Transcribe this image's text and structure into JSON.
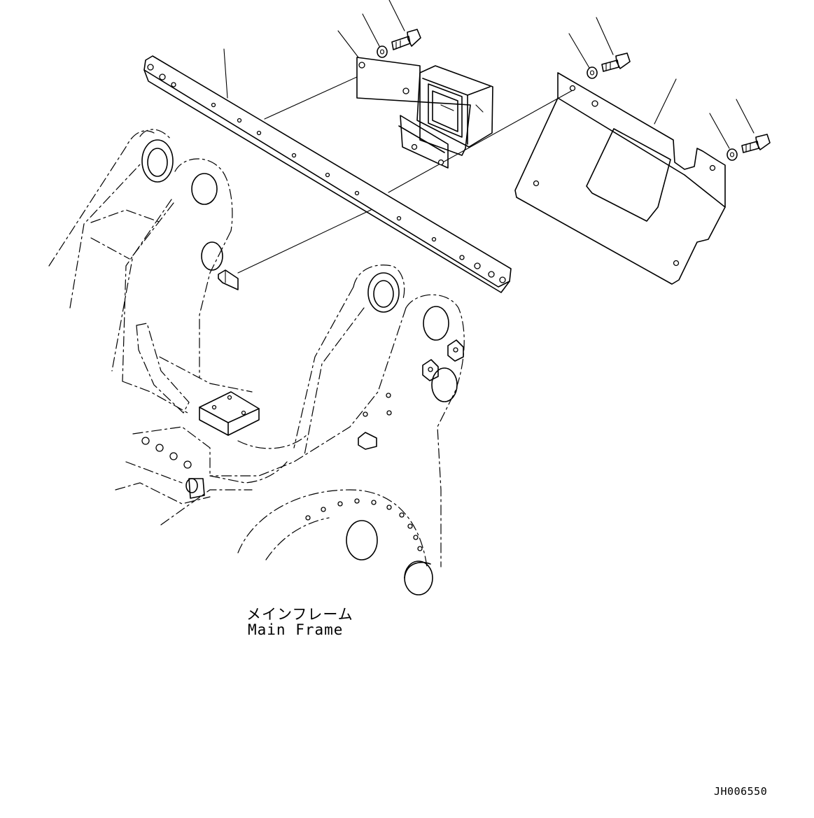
{
  "diagram": {
    "labels": {
      "main_frame_jp": "メインフレーム",
      "main_frame_en": "Main Frame"
    },
    "drawing_number": "JH006550",
    "parts": [
      "bracket-bar",
      "box-bracket",
      "cover-plate",
      "bolt",
      "washer"
    ]
  }
}
